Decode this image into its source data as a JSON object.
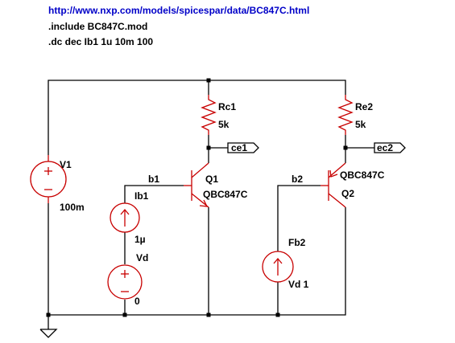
{
  "directives": {
    "url": "http://www.nxp.com/models/spicespar/data/BC847C.html",
    "include": ".include BC847C.mod",
    "dc": ".dc dec Ib1 1u 10m 100"
  },
  "components": {
    "v1": {
      "name": "V1",
      "value": "100m"
    },
    "rc1": {
      "name": "Rc1",
      "value": "5k"
    },
    "re2": {
      "name": "Re2",
      "value": "5k"
    },
    "q1": {
      "name": "Q1",
      "model": "QBC847C"
    },
    "q2": {
      "name": "Q2",
      "model": "QBC847C"
    },
    "ib1": {
      "name": "Ib1",
      "value": "1µ"
    },
    "vd": {
      "name": "Vd",
      "value": "0"
    },
    "fb2": {
      "name": "Fb2",
      "value": "Vd 1"
    }
  },
  "nets": {
    "b1": "b1",
    "b2": "b2",
    "ce1": "ce1",
    "ec2": "ec2"
  },
  "colors": {
    "wire": "#000000",
    "component": "#c80000",
    "link": "#0000c8"
  }
}
